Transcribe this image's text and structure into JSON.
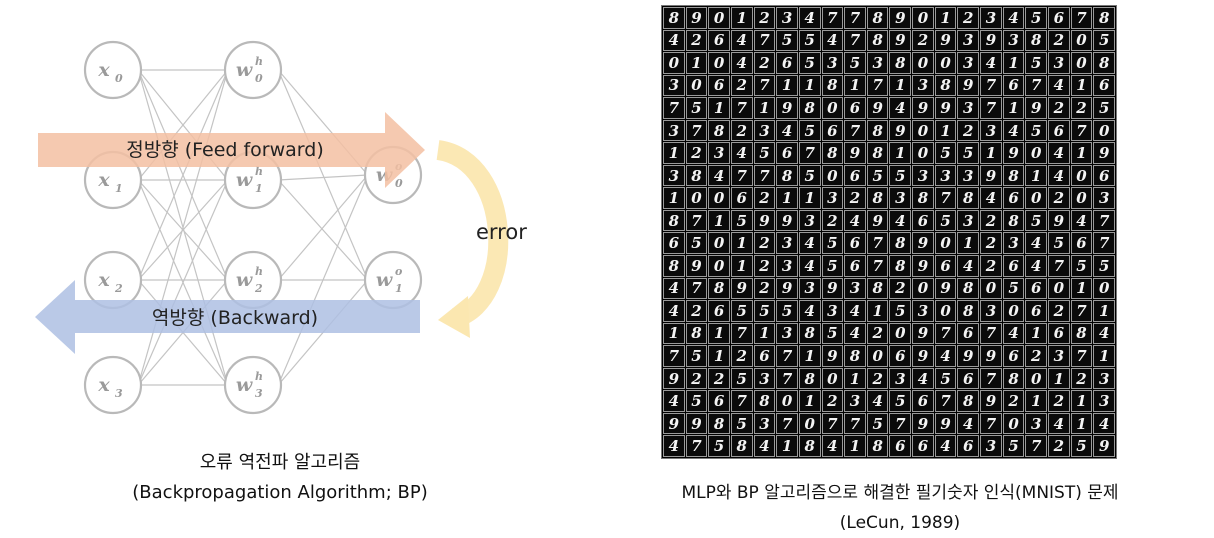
{
  "diagram": {
    "inputs": [
      {
        "base": "x",
        "sub": "0"
      },
      {
        "base": "x",
        "sub": "1"
      },
      {
        "base": "x",
        "sub": "2"
      },
      {
        "base": "x",
        "sub": "3"
      }
    ],
    "hidden": [
      {
        "base": "w",
        "sub": "0",
        "sup": "h"
      },
      {
        "base": "w",
        "sub": "1",
        "sup": "h"
      },
      {
        "base": "w",
        "sub": "2",
        "sup": "h"
      },
      {
        "base": "w",
        "sub": "3",
        "sup": "h"
      }
    ],
    "outputs": [
      {
        "base": "w",
        "sub": "0",
        "sup": "o"
      },
      {
        "base": "w",
        "sub": "1",
        "sup": "o"
      }
    ],
    "forward_label": "정방향 (Feed forward)",
    "backward_label": "역방향 (Backward)",
    "error_label": "error",
    "colors": {
      "forward_arrow": "#f3c0a2",
      "backward_arrow": "#aec0e3",
      "error_arrow": "#fbe7b0",
      "node_stroke": "#b9b9b9"
    }
  },
  "left_caption": {
    "line1": "오류 역전파 알고리즘",
    "line2": "(Backpropagation Algorithm; BP)"
  },
  "right_caption": {
    "line1": "MLP와 BP 알고리즘으로 해결한 필기숫자 인식(MNIST) 문제",
    "line2": "(LeCun, 1989)"
  },
  "mnist_rows": [
    "89012347789012345678",
    "42647554789293938205",
    "01042653538003415308",
    "30627118171389767416",
    "75171980694993719225",
    "37823456789012345670",
    "12345678981055190419",
    "38477850655333981406",
    "10062113283878460203",
    "87159932494653285947",
    "65012345678901234567",
    "89012345678964264755",
    "47892939382098056010",
    "42655543415308306271",
    "18171385420976741684",
    "75126719806949962371",
    "92253780123456780123",
    "45678012345678921213",
    "99853707757994703414",
    "47584184186646357259"
  ]
}
